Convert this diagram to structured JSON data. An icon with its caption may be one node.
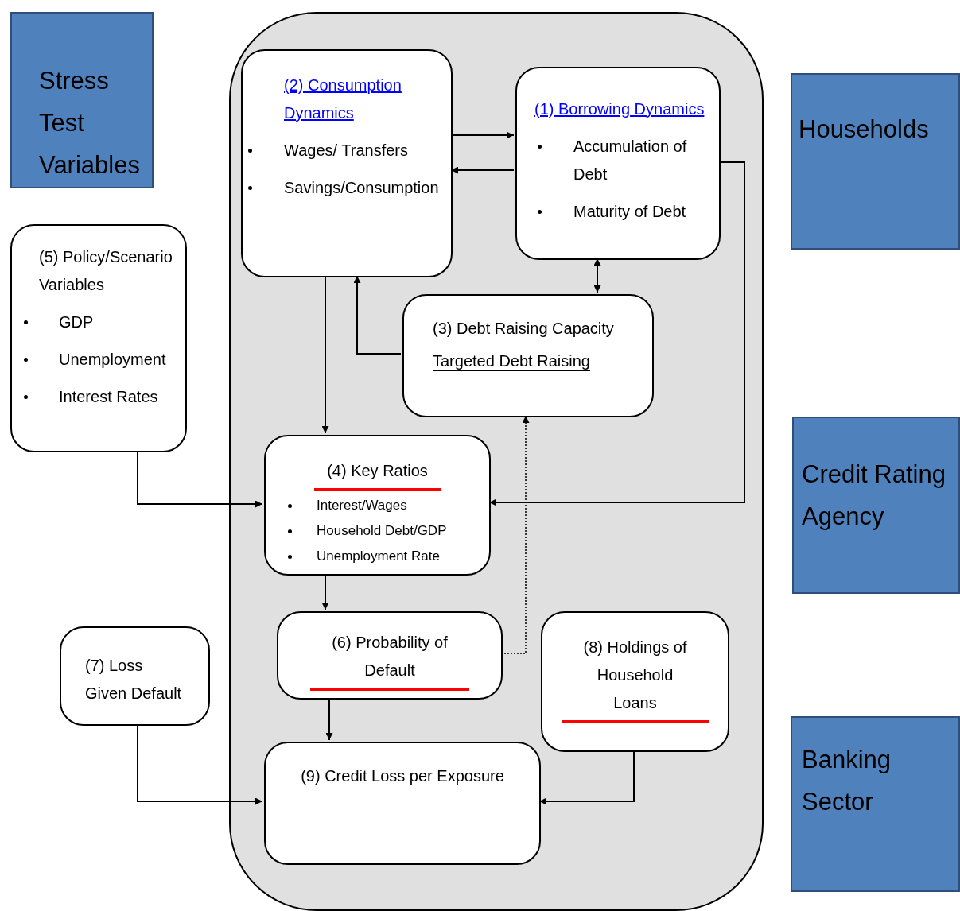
{
  "diagram": {
    "nodes": [
      {
        "text": [
          "Stress Test Variables"
        ]
      },
      {
        "text": [],
        "shape": "box"
      },
      {
        "text": [
          "(2) Consumption Dynamics",
          "Wages/ Transfers",
          "Savings/Consumption"
        ],
        "in": 1
      },
      {
        "text": [
          "(1) Borrowing  Dynamics",
          "Accumulation of Debt",
          "Maturity of Debt"
        ],
        "in": 1
      },
      {
        "text": [
          "Households"
        ]
      },
      {
        "text": [
          "(5) Policy/Scenario Variables",
          "GDP",
          "Unemployment",
          "Interest Rates"
        ]
      },
      {
        "text": [
          "(3) Debt Raising Capacity",
          "Targeted Debt Raising"
        ],
        "in": 1
      },
      {
        "text": [
          "(4) Key Ratios",
          "Interest/Wages",
          "Household Debt/GDP",
          "Unemployment Rate"
        ],
        "in": 1
      },
      {
        "text": [
          "Credit Rating Agency"
        ]
      },
      {
        "text": [
          "(6) Probability of Default"
        ],
        "in": 1
      },
      {
        "text": [
          "(8) Holdings of Household Loans"
        ],
        "in": 1
      },
      {
        "text": [
          "(7) Loss Given Default"
        ]
      },
      {
        "text": [
          "(9) Credit Loss per Exposure"
        ],
        "in": 1
      },
      {
        "text": [
          "Banking Sector"
        ]
      }
    ],
    "edges": [
      {
        "from": 2,
        "to": 3,
        "arrow": "to"
      },
      {
        "from": 3,
        "to": 2,
        "arrow": "to"
      },
      {
        "from": 3,
        "to": 6,
        "arrow": "both"
      },
      {
        "from": 6,
        "to": 2,
        "arrow": "to"
      },
      {
        "from": 2,
        "to": 7,
        "arrow": "to"
      },
      {
        "from": 3,
        "to": 7,
        "arrow": "to"
      },
      {
        "from": 5,
        "to": 7,
        "arrow": "to"
      },
      {
        "from": 7,
        "to": 9,
        "arrow": "to"
      },
      {
        "from": 9,
        "to": 6,
        "arrow": "to",
        "style": "dashed"
      },
      {
        "from": 9,
        "to": 12,
        "arrow": "to"
      },
      {
        "from": 11,
        "to": 12,
        "arrow": "to"
      },
      {
        "from": 10,
        "to": 12,
        "arrow": "to"
      }
    ]
  }
}
